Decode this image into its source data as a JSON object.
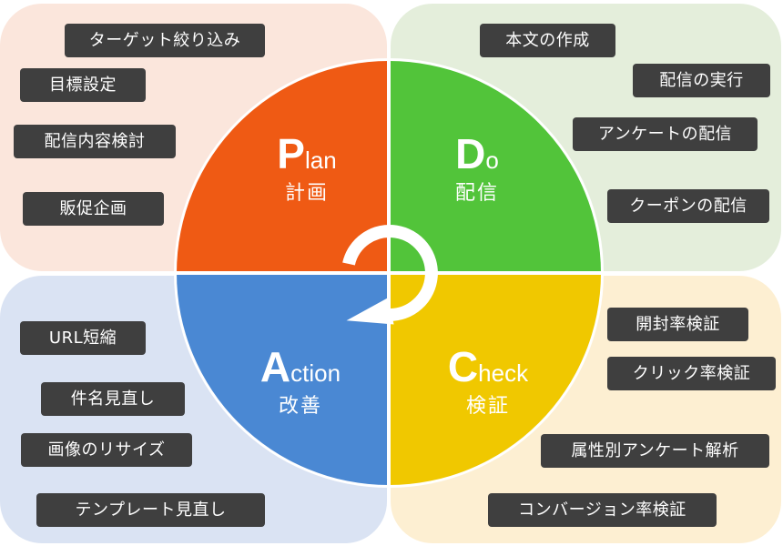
{
  "colors": {
    "plan": "#ef5a14",
    "do": "#52c43a",
    "check": "#f0c800",
    "action": "#4a88d3",
    "plan_bg": "#fbe6dc",
    "do_bg": "#e4eedb",
    "check_bg": "#fdefd2",
    "action_bg": "#dae3f3",
    "tag_bg": "#3f3f3f"
  },
  "quadrants": {
    "plan": {
      "initial": "P",
      "rest": "lan",
      "jp": "計画",
      "tags": [
        "ターゲット絞り込み",
        "目標設定",
        "配信内容検討",
        "販促企画"
      ]
    },
    "do": {
      "initial": "D",
      "rest": "o",
      "jp": "配信",
      "tags": [
        "本文の作成",
        "配信の実行",
        "アンケートの配信",
        "クーポンの配信"
      ]
    },
    "check": {
      "initial": "C",
      "rest": "heck",
      "jp": "検証",
      "tags": [
        "開封率検証",
        "クリック率検証",
        "属性別アンケート解析",
        "コンバージョン率検証"
      ]
    },
    "action": {
      "initial": "A",
      "rest": "ction",
      "jp": "改善",
      "tags": [
        "URL短縮",
        "件名見直し",
        "画像のリサイズ",
        "テンプレート見直し"
      ]
    }
  },
  "center_icon": "cycle-arrow-icon"
}
